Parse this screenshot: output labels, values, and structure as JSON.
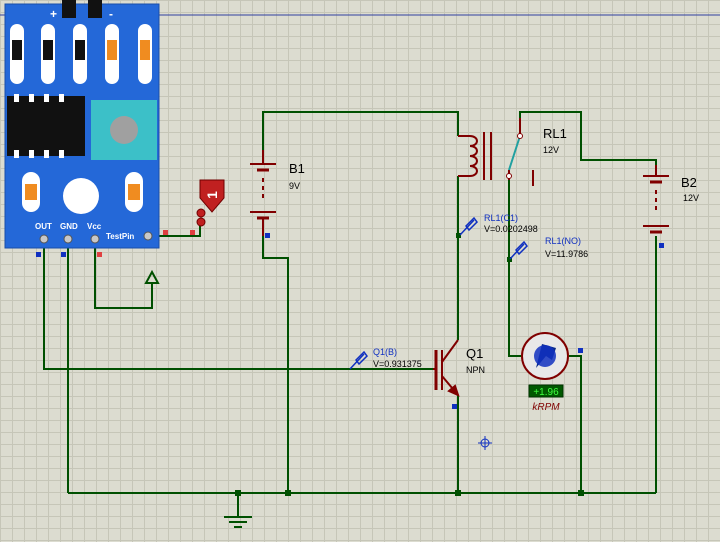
{
  "sensor_module": {
    "pin_labels": [
      "+",
      "-"
    ],
    "out_label": "OUT",
    "gnd_label": "GND",
    "vcc_label": "Vcc",
    "testpin_label": "TestPin"
  },
  "logic_probe": {
    "value": "1"
  },
  "components": {
    "b1": {
      "name": "B1",
      "value": "9V"
    },
    "b2": {
      "name": "B2",
      "value": "12V"
    },
    "rl1": {
      "name": "RL1",
      "value": "12V"
    },
    "q1": {
      "name": "Q1",
      "type": "NPN"
    },
    "motor": {
      "readout": "+1.96",
      "unit": "kRPM"
    }
  },
  "probes": {
    "rl1_c1": {
      "name": "RL1(C1)",
      "reading": "V=0.0202498"
    },
    "rl1_no": {
      "name": "RL1(NO)",
      "reading": "V=11.9786"
    },
    "q1_b": {
      "name": "Q1(B)",
      "reading": "V=0.931375"
    }
  },
  "colors": {
    "wire": "#005000",
    "component": "#800000",
    "module_blue": "#2468d8",
    "probe_blue": "#1030c0",
    "readout_bg": "#005800",
    "readout_fg": "#40ff40",
    "pin_red": "#e04040",
    "grid_bg": "#dcdcd0"
  }
}
